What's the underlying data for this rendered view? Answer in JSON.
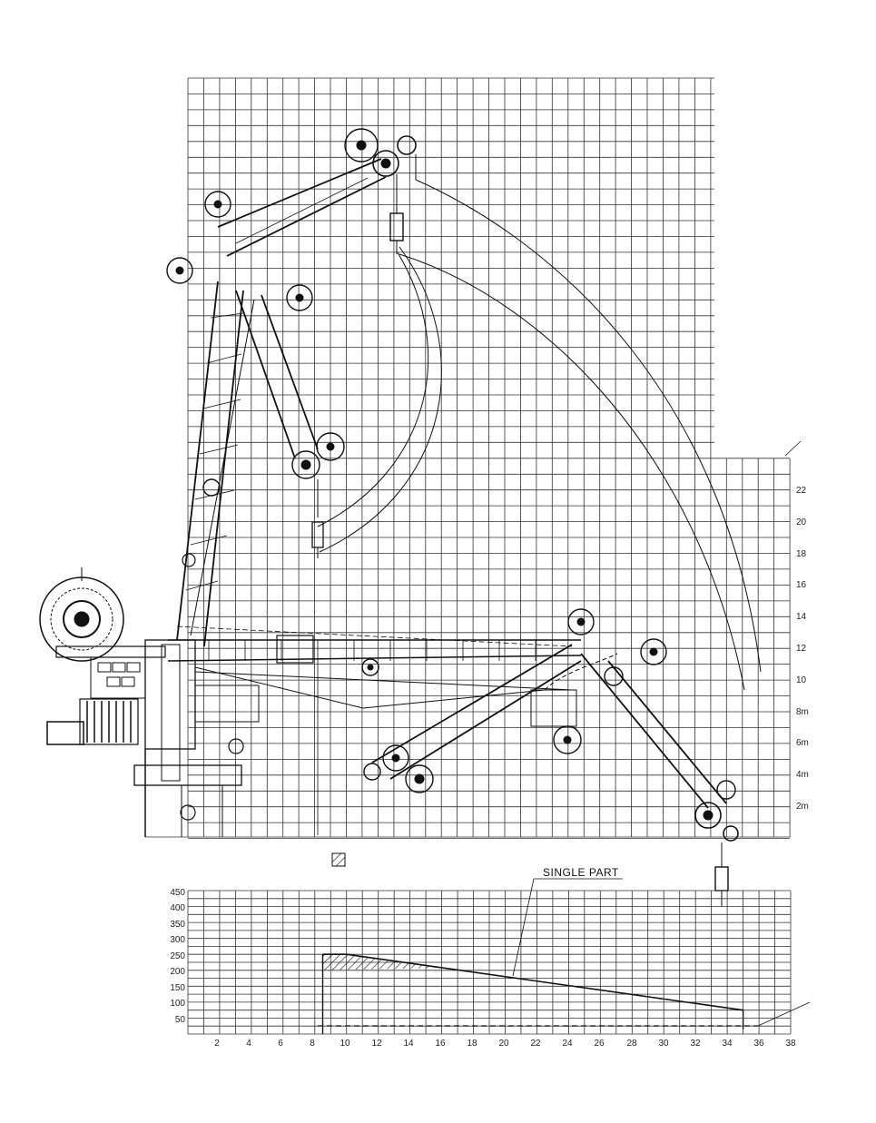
{
  "reach_diagram": {
    "height_axis": {
      "labels": [
        "2m",
        "4m",
        "6m",
        "8m",
        "10",
        "12",
        "14",
        "16",
        "18",
        "20",
        "22"
      ]
    }
  },
  "load_chart": {
    "annotation": "SINGLE PART",
    "y_axis": {
      "labels": [
        "50",
        "100",
        "150",
        "200",
        "250",
        "300",
        "350",
        "400",
        "450"
      ],
      "range": [
        0,
        450
      ]
    },
    "x_axis": {
      "labels": [
        "2",
        "4",
        "6",
        "8",
        "10",
        "12",
        "14",
        "16",
        "18",
        "20",
        "22",
        "24",
        "26",
        "28",
        "30",
        "32",
        "34",
        "36",
        "38"
      ],
      "range": [
        0,
        38
      ]
    },
    "chart_data": {
      "type": "line",
      "series": [
        {
          "x": [
            8.5,
            10,
            35
          ],
          "y": [
            250,
            250,
            75
          ]
        }
      ],
      "xlim": [
        0,
        38
      ],
      "ylim": [
        0,
        450
      ]
    }
  }
}
